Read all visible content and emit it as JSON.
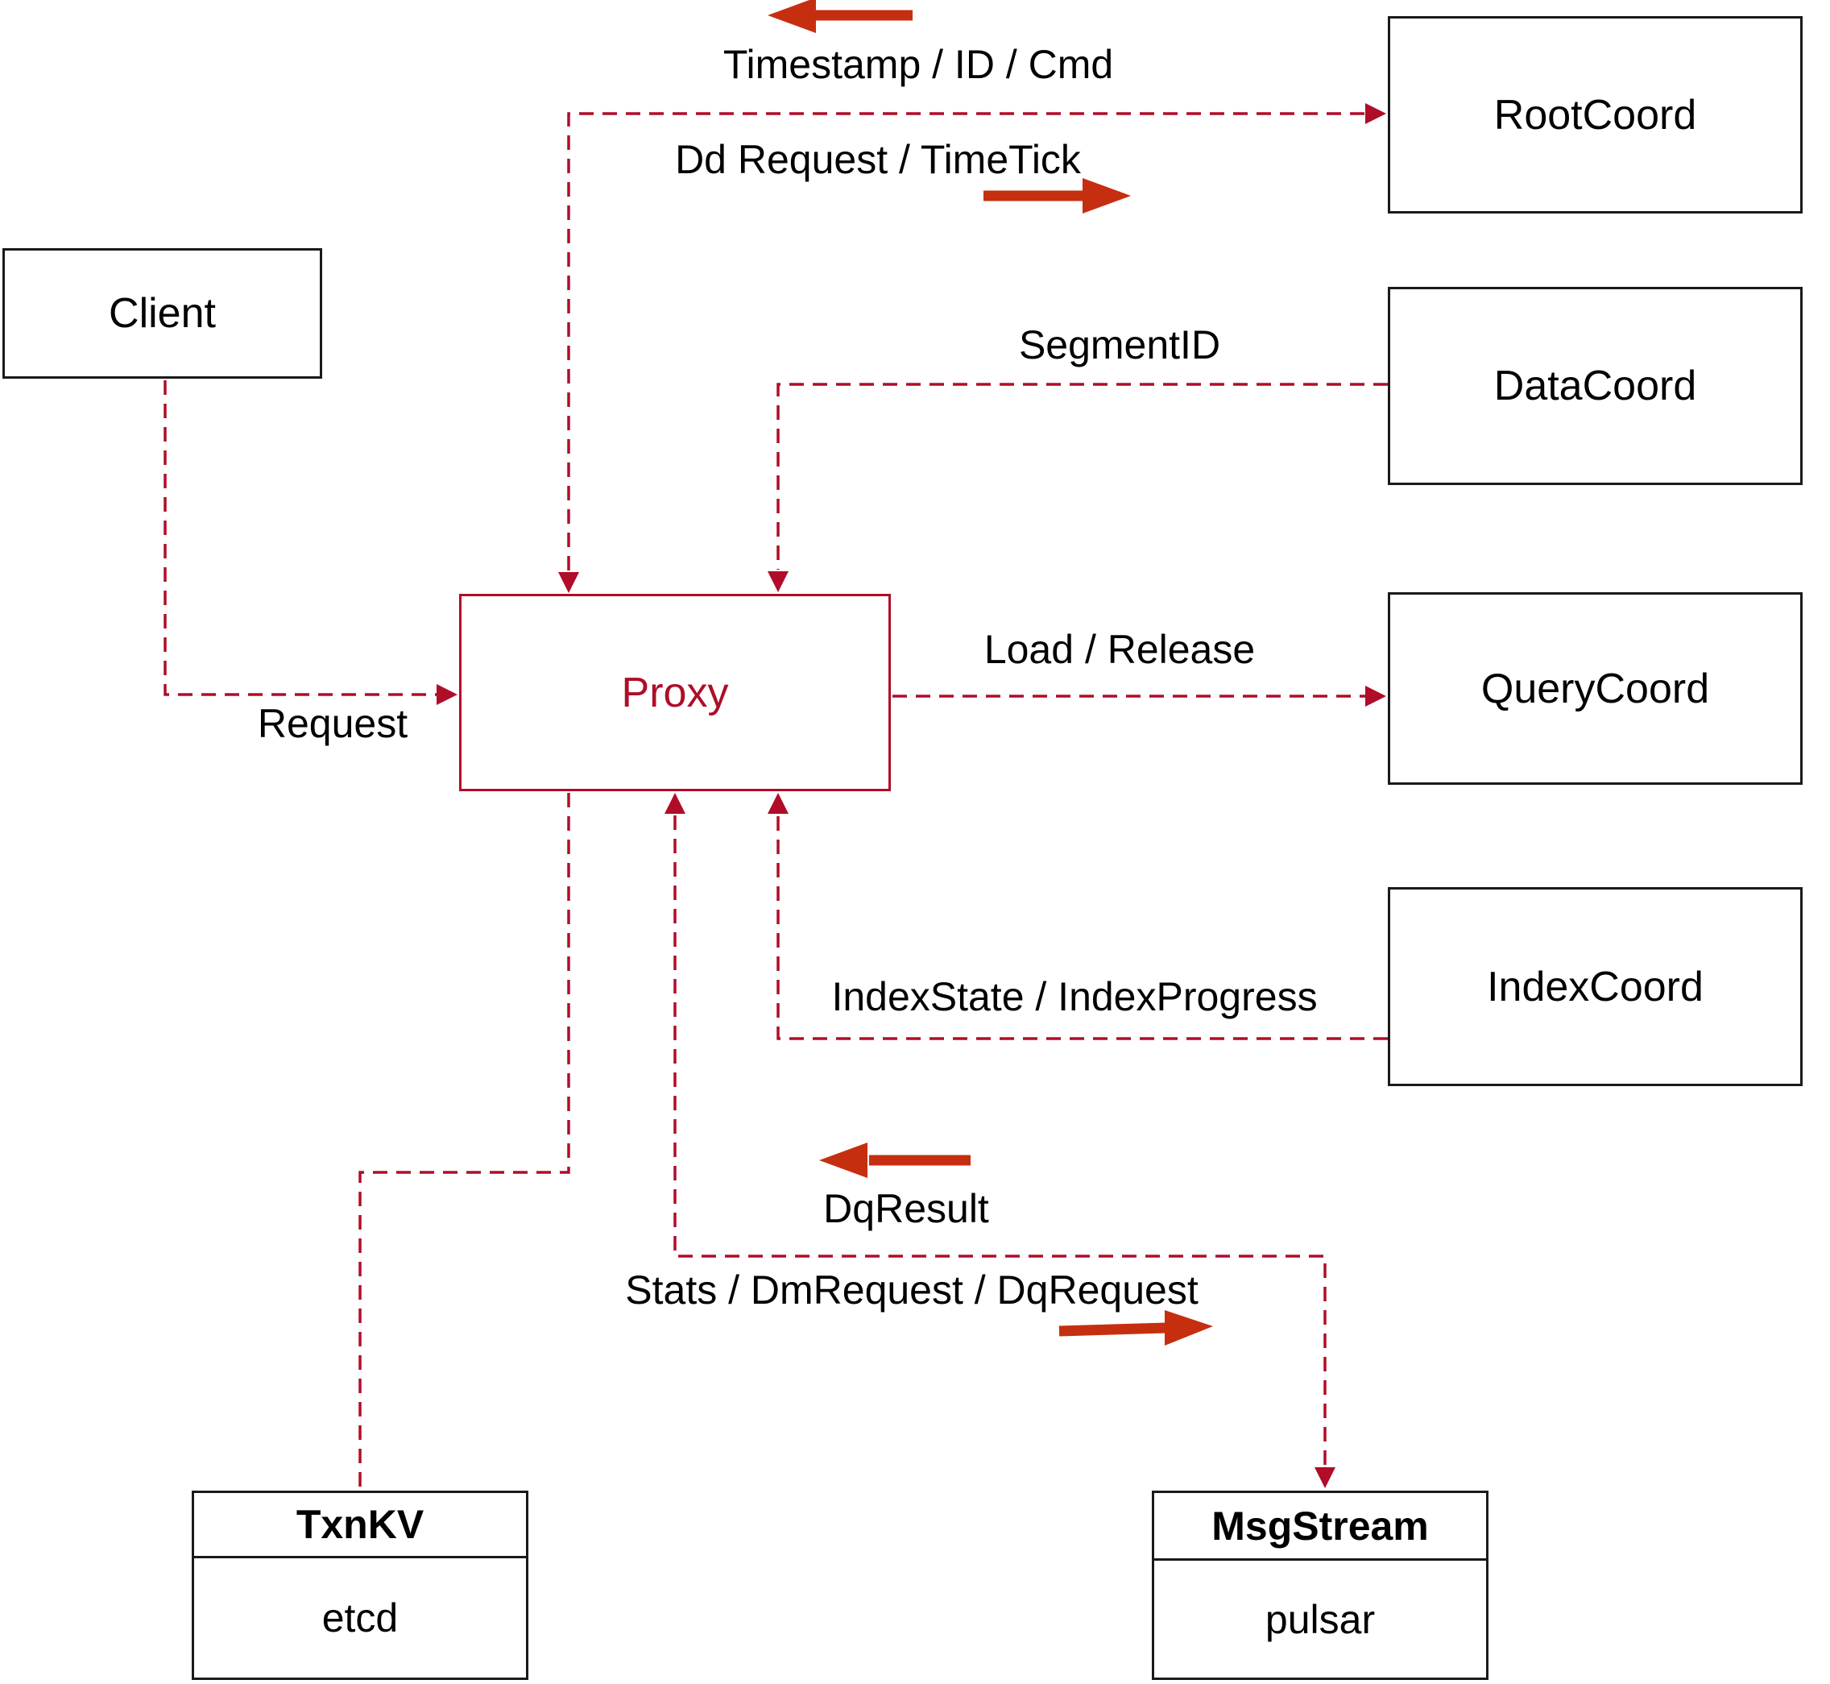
{
  "colors": {
    "line": "#b00d28",
    "block_arrow": "#c52f10",
    "box_border": "#1a1a1a",
    "background": "#ffffff"
  },
  "nodes": {
    "client": {
      "label": "Client"
    },
    "rootcoord": {
      "label": "RootCoord"
    },
    "datacoord": {
      "label": "DataCoord"
    },
    "querycoord": {
      "label": "QueryCoord"
    },
    "indexcoord": {
      "label": "IndexCoord"
    },
    "proxy": {
      "label": "Proxy"
    },
    "txnkv": {
      "title": "TxnKV",
      "body": "etcd"
    },
    "msgstream": {
      "title": "MsgStream",
      "body": "pulsar"
    }
  },
  "edge_labels": {
    "timestamp_id_cmd": "Timestamp / ID / Cmd",
    "dd_request_timetick": "Dd Request / TimeTick",
    "segment_id": "SegmentID",
    "request": "Request",
    "load_release": "Load / Release",
    "index_state": "IndexState / IndexProgress",
    "dq_result": "DqResult",
    "stats_dm_dq": "Stats / DmRequest / DqRequest"
  }
}
